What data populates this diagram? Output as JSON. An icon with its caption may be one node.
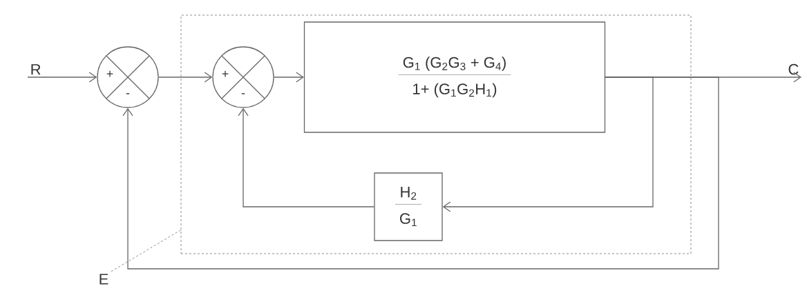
{
  "diagram": {
    "nodes": [
      {
        "text": [
          "R"
        ]
      },
      {
        "text": [],
        "shape": "box"
      },
      {
        "text": [
          "+",
          "-"
        ]
      },
      {
        "text": [
          "+",
          "-"
        ],
        "in": 1
      },
      {
        "text": [
          "G$_{1}$ (G$_{2}$G$_{3}$ + G$_{4}$)",
          "1+ (G$_{1}$G$_{2}$H$_{1}$)"
        ],
        "in": 1
      },
      {
        "text": [
          "H$_{2}$",
          "G$_{1}$"
        ],
        "in": 1
      },
      {
        "text": [
          "C"
        ]
      },
      {
        "text": [
          "E"
        ]
      }
    ],
    "edges": [
      {
        "from": 0,
        "to": 2,
        "arrow": "to"
      },
      {
        "from": 2,
        "to": 3,
        "arrow": "to"
      },
      {
        "from": 3,
        "to": 4,
        "arrow": "to"
      },
      {
        "from": 4,
        "to": 6,
        "arrow": "to"
      },
      {
        "from": 4,
        "to": 5,
        "arrow": "to"
      },
      {
        "from": 5,
        "to": 3,
        "arrow": "to"
      },
      {
        "from": 4,
        "to": 2,
        "arrow": "to"
      },
      {
        "from": 7,
        "to": 1,
        "arrow": "none",
        "style": "dashed"
      }
    ]
  }
}
